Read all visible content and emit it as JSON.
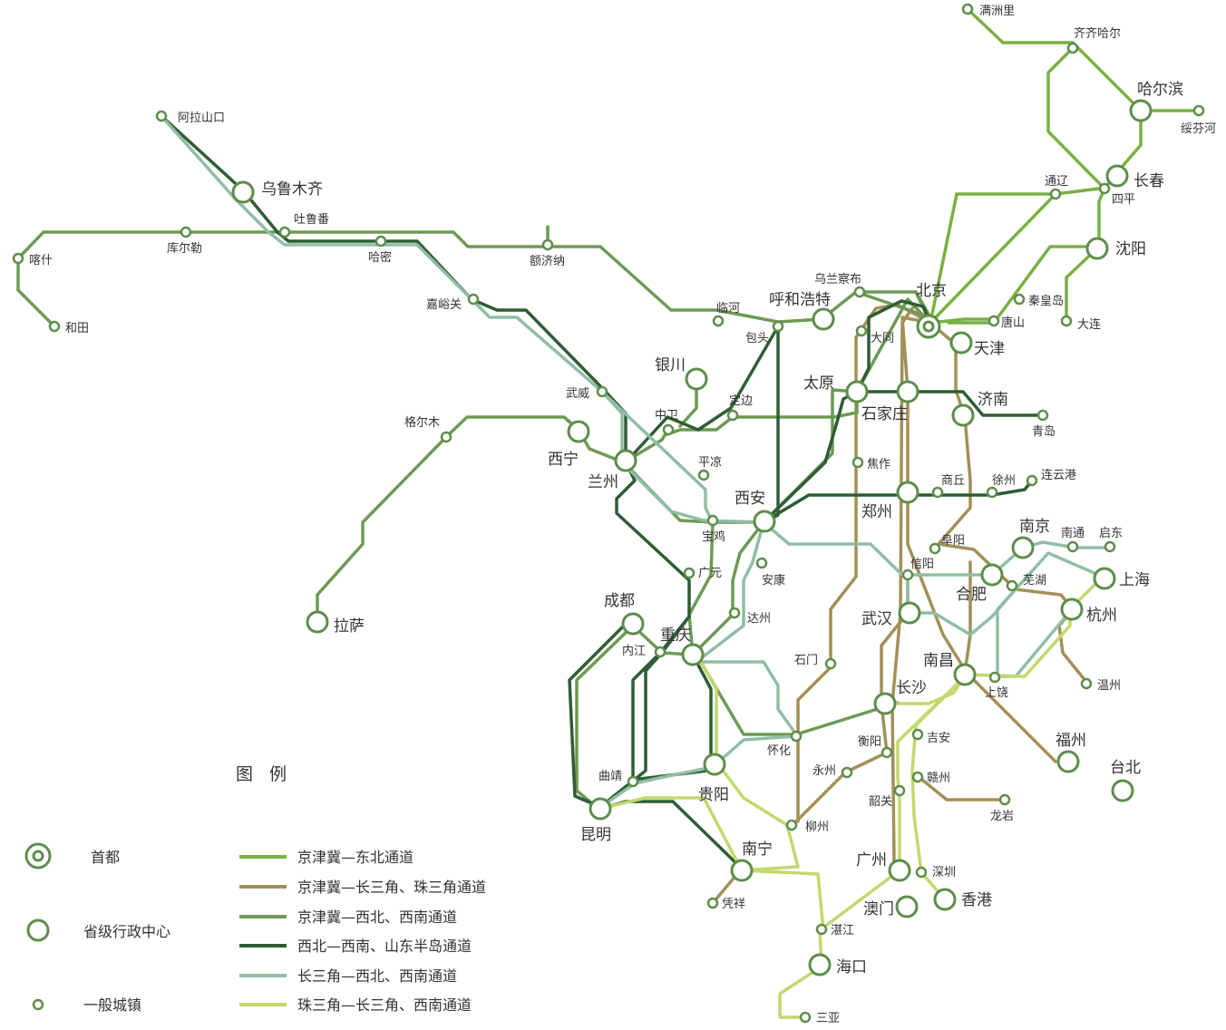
{
  "colors": {
    "corridor_1": "#7bb043",
    "corridor_2": "#a39057",
    "corridor_3": "#6e9a55",
    "corridor_4": "#2f5d34",
    "corridor_5": "#8fbea5",
    "corridor_6": "#c2d96d",
    "station": "#5d8d4b"
  },
  "legend": {
    "title": "图 例",
    "symbols": {
      "capital": "首都",
      "provincial": "省级行政中心",
      "town": "一般城镇"
    },
    "lines": [
      "京津冀—东北通道",
      "京津冀—长三角、珠三角通道",
      "京津冀—西北、西南通道",
      "西北—西南、山东半岛通道",
      "长三角—西北、西南通道",
      "珠三角—长三角、西南通道"
    ]
  },
  "capital": [
    "北京"
  ],
  "provincial": [
    "乌鲁木齐",
    "拉萨",
    "西宁",
    "兰州",
    "银川",
    "呼和浩特",
    "太原",
    "石家庄",
    "天津",
    "济南",
    "郑州",
    "西安",
    "成都",
    "重庆",
    "贵阳",
    "昆明",
    "南宁",
    "海口",
    "长沙",
    "武汉",
    "南昌",
    "合肥",
    "南京",
    "上海",
    "杭州",
    "福州",
    "台北",
    "广州",
    "香港",
    "澳门",
    "沈阳",
    "长春",
    "哈尔滨"
  ],
  "towns": [
    "满洲里",
    "齐齐哈尔",
    "绥芬河",
    "四平",
    "通辽",
    "大连",
    "秦皇岛",
    "唐山",
    "阿拉山口",
    "吐鲁番",
    "哈密",
    "额济纳",
    "嘉峪关",
    "库尔勒",
    "喀什",
    "和田",
    "格尔木",
    "武威",
    "中卫",
    "定边",
    "临河",
    "包头",
    "乌兰察布",
    "大同",
    "平凉",
    "宝鸡",
    "焦作",
    "商丘",
    "徐州",
    "连云港",
    "青岛",
    "广元",
    "安康",
    "达州",
    "内江",
    "南通",
    "启东",
    "阜阳",
    "信阳",
    "芜湖",
    "温州",
    "上饶",
    "石门",
    "怀化",
    "曲靖",
    "衡阳",
    "吉安",
    "永州",
    "赣州",
    "韶关",
    "龙岩",
    "柳州",
    "凭祥",
    "深圳",
    "湛江",
    "三亚"
  ]
}
